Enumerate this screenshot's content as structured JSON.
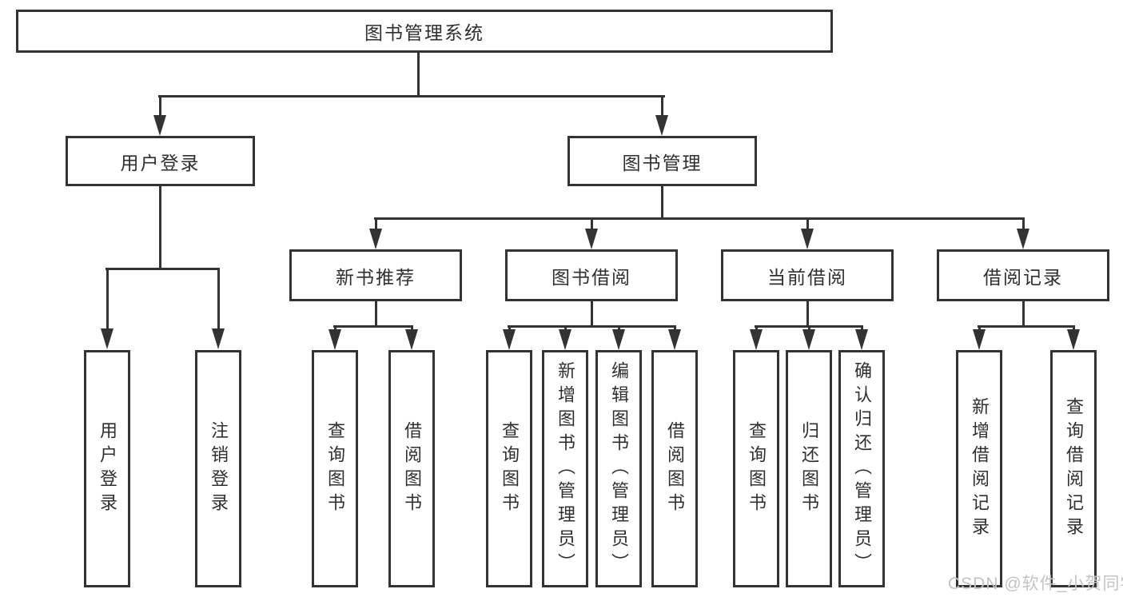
{
  "diagram": {
    "root": {
      "label": "图书管理系统"
    },
    "branches": [
      {
        "label": "用户登录",
        "children": [
          {
            "label": "用户登录"
          },
          {
            "label": "注销登录"
          }
        ]
      },
      {
        "label": "图书管理",
        "modules": [
          {
            "label": "新书推荐",
            "children": [
              {
                "label": "查询图书"
              },
              {
                "label": "借阅图书"
              }
            ]
          },
          {
            "label": "图书借阅",
            "children": [
              {
                "label": "查询图书"
              },
              {
                "label": "新增图书（管理员）"
              },
              {
                "label": "编辑图书（管理员）"
              },
              {
                "label": "借阅图书"
              }
            ]
          },
          {
            "label": "当前借阅",
            "children": [
              {
                "label": "查询图书"
              },
              {
                "label": "归还图书"
              },
              {
                "label": "确认归还（管理员）"
              }
            ]
          },
          {
            "label": "借阅记录",
            "children": [
              {
                "label": "新增借阅记录"
              },
              {
                "label": "查询借阅记录"
              }
            ]
          }
        ]
      }
    ]
  },
  "watermark": {
    "text": "CSDN @软件_小贺同学"
  },
  "colors": {
    "line": "#333333",
    "box_border": "#333333",
    "text": "#2f2f2f",
    "background": "#ffffff",
    "watermark": "#c3c3c3"
  }
}
